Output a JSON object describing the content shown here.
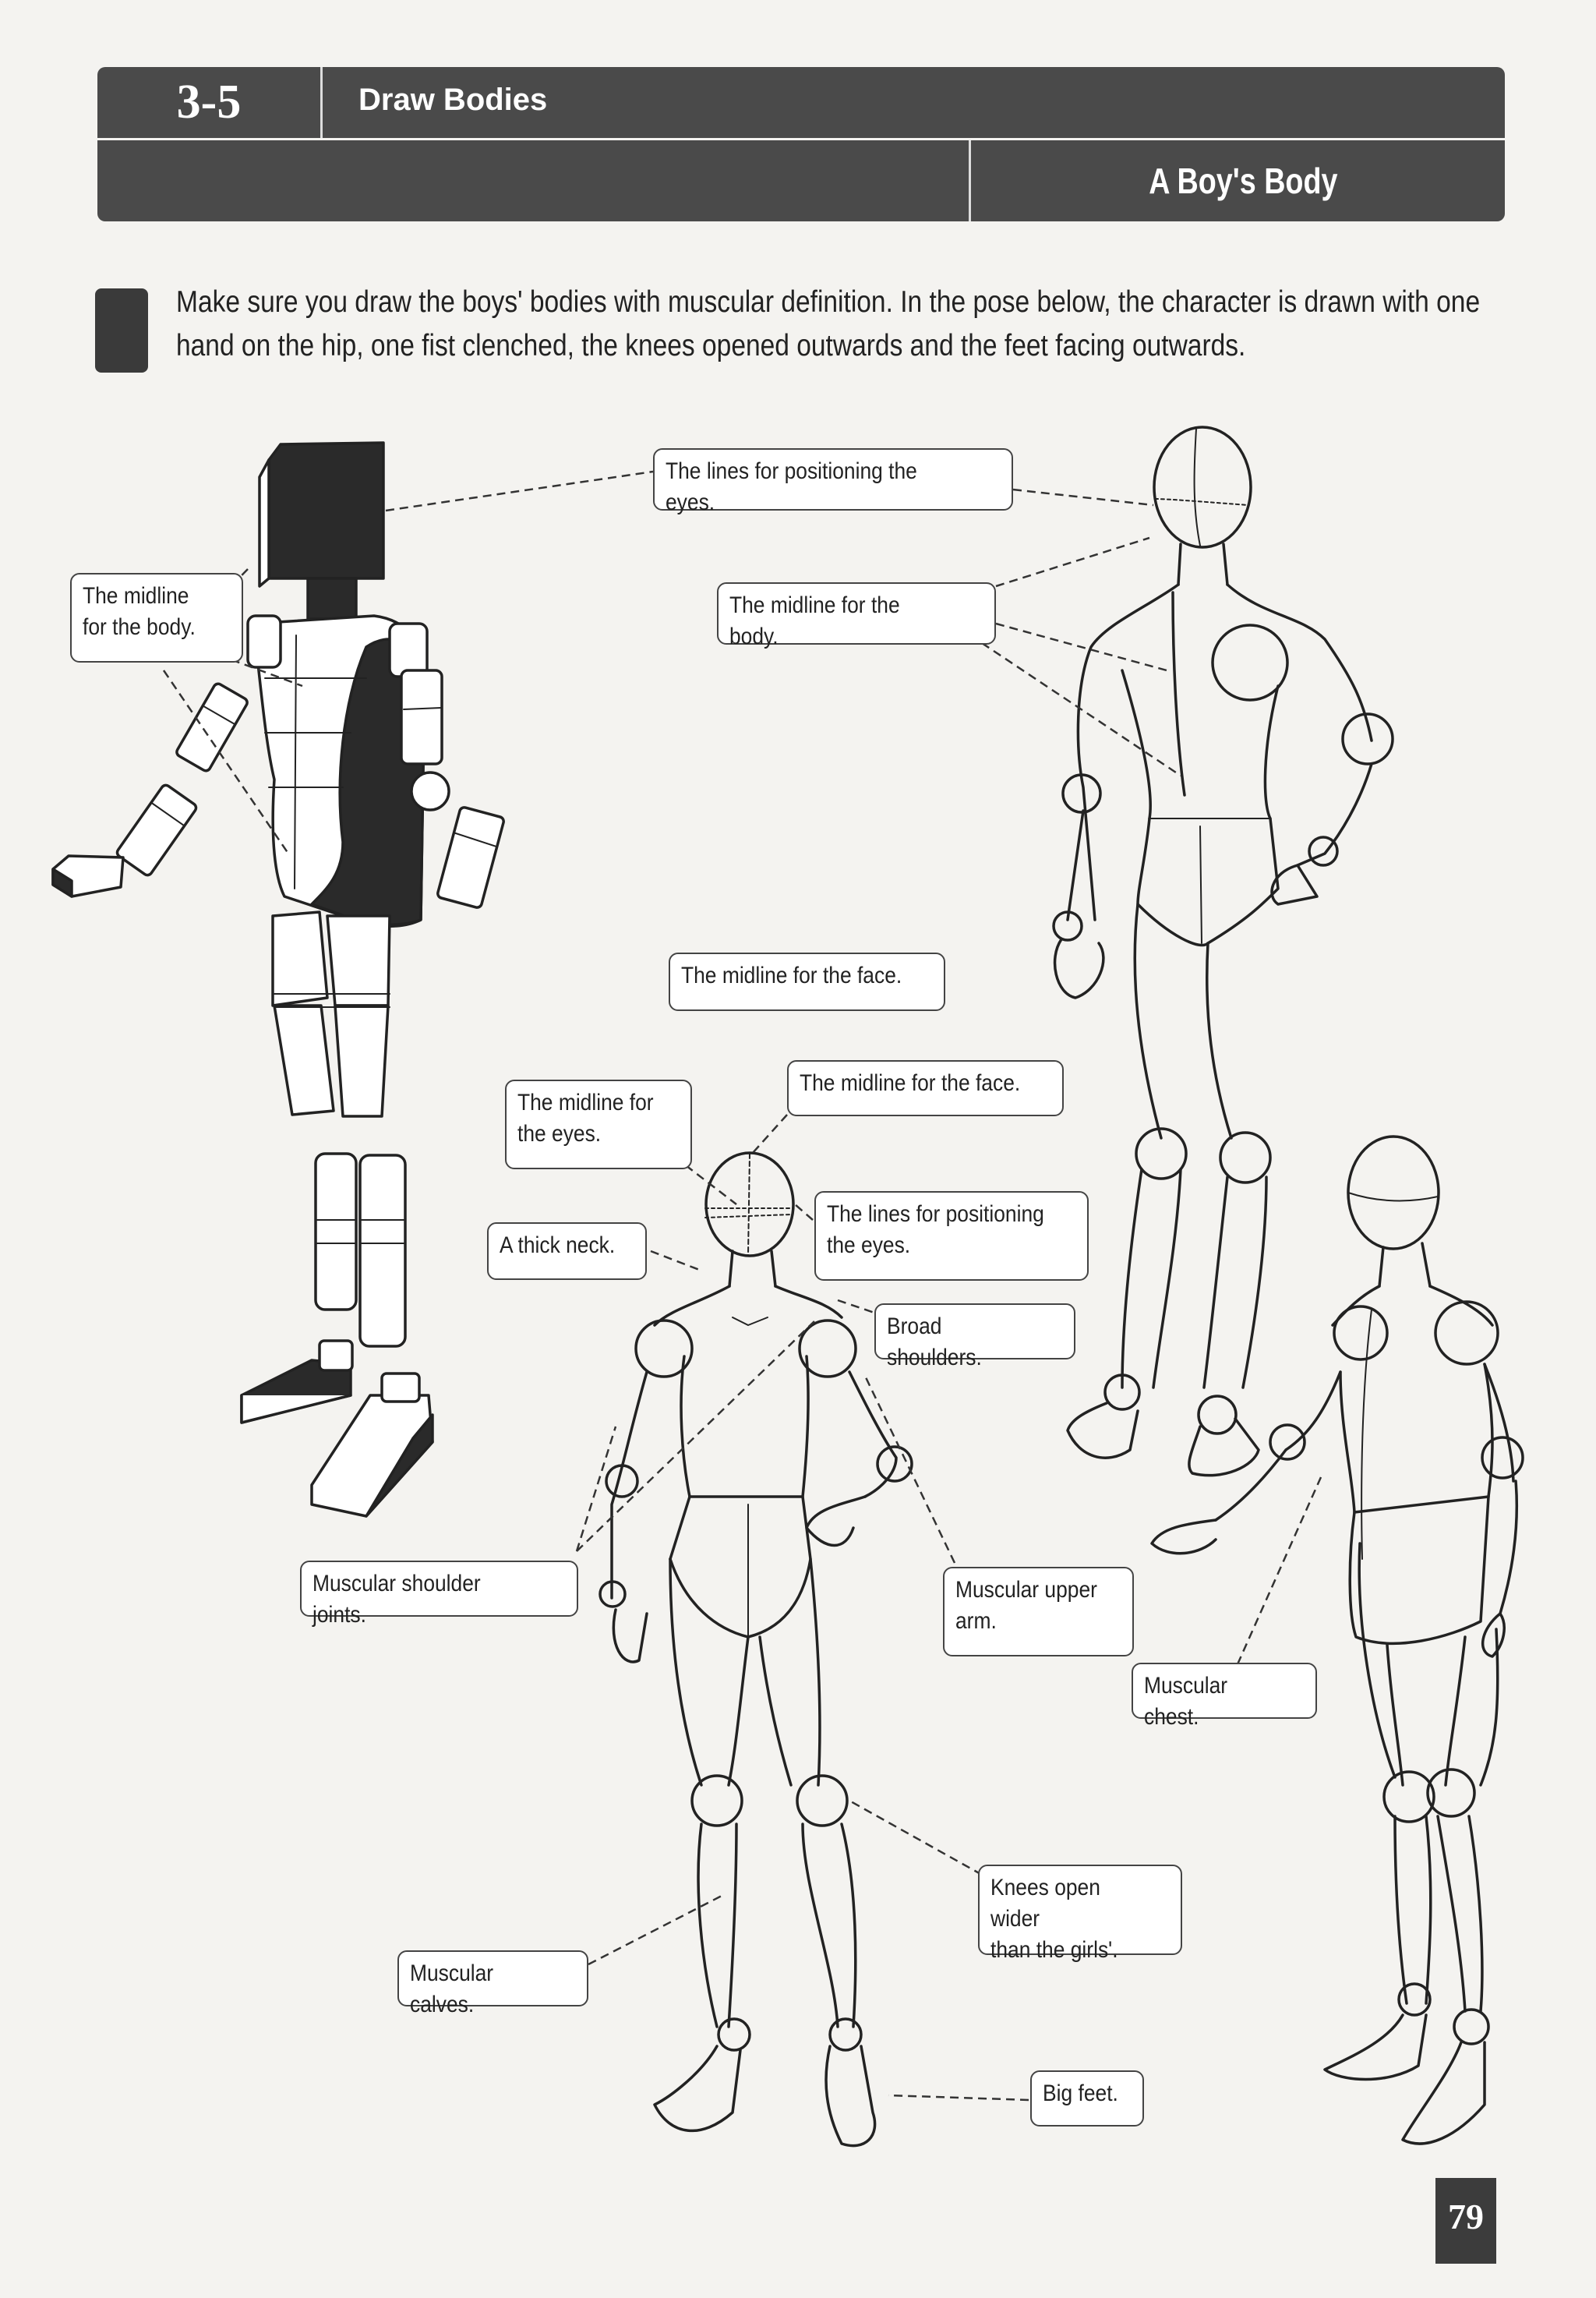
{
  "header": {
    "section_number": "3-5",
    "section_title": "Draw Bodies",
    "page_subtitle": "A Boy's Body"
  },
  "intro_text": "Make sure you draw the boys' bodies with muscular definition. In the pose below, the character is drawn with one hand on the hip, one fist clenched, the knees opened outwards and the feet facing outwards.",
  "callouts": {
    "eye_lines_top": "The lines for positioning the eyes.",
    "midline_body_left": "The midline\nfor the body.",
    "midline_body_right": "The midline for the body.",
    "midline_face_1": "The midline for the face.",
    "midline_eyes": "The midline for\nthe eyes.",
    "midline_face_2": "The midline for the face.",
    "thick_neck": "A thick neck.",
    "eye_lines_center": "The lines for positioning\nthe eyes.",
    "broad_shoulders": "Broad shoulders.",
    "shoulder_joints": "Muscular shoulder joints.",
    "upper_arm": "Muscular upper\narm.",
    "chest": "Muscular chest.",
    "knees": "Knees open wider\nthan the girls'.",
    "calves": "Muscular calves.",
    "big_feet": "Big feet."
  },
  "page_number": "79"
}
